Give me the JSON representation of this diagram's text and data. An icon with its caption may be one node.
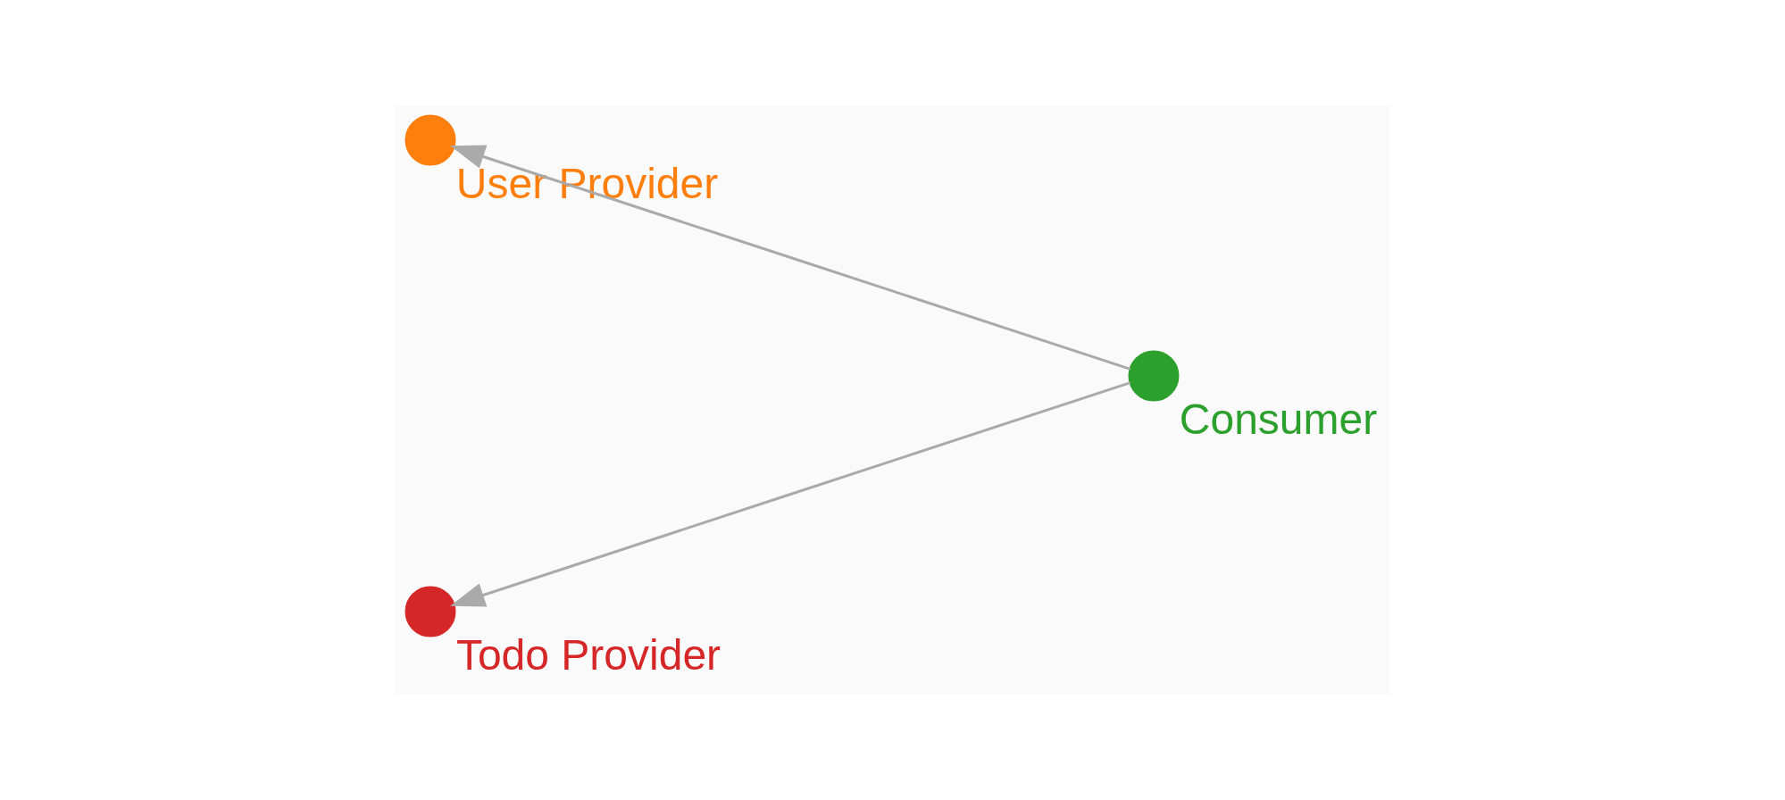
{
  "diagram": {
    "nodes": [
      {
        "text": [
          "User Provider"
        ]
      },
      {
        "text": [
          "Consumer"
        ]
      },
      {
        "text": [
          "Todo Provider"
        ]
      }
    ],
    "edges": [
      {
        "from": 1,
        "to": 0,
        "arrow": "to"
      },
      {
        "from": 1,
        "to": 2,
        "arrow": "to"
      }
    ]
  }
}
